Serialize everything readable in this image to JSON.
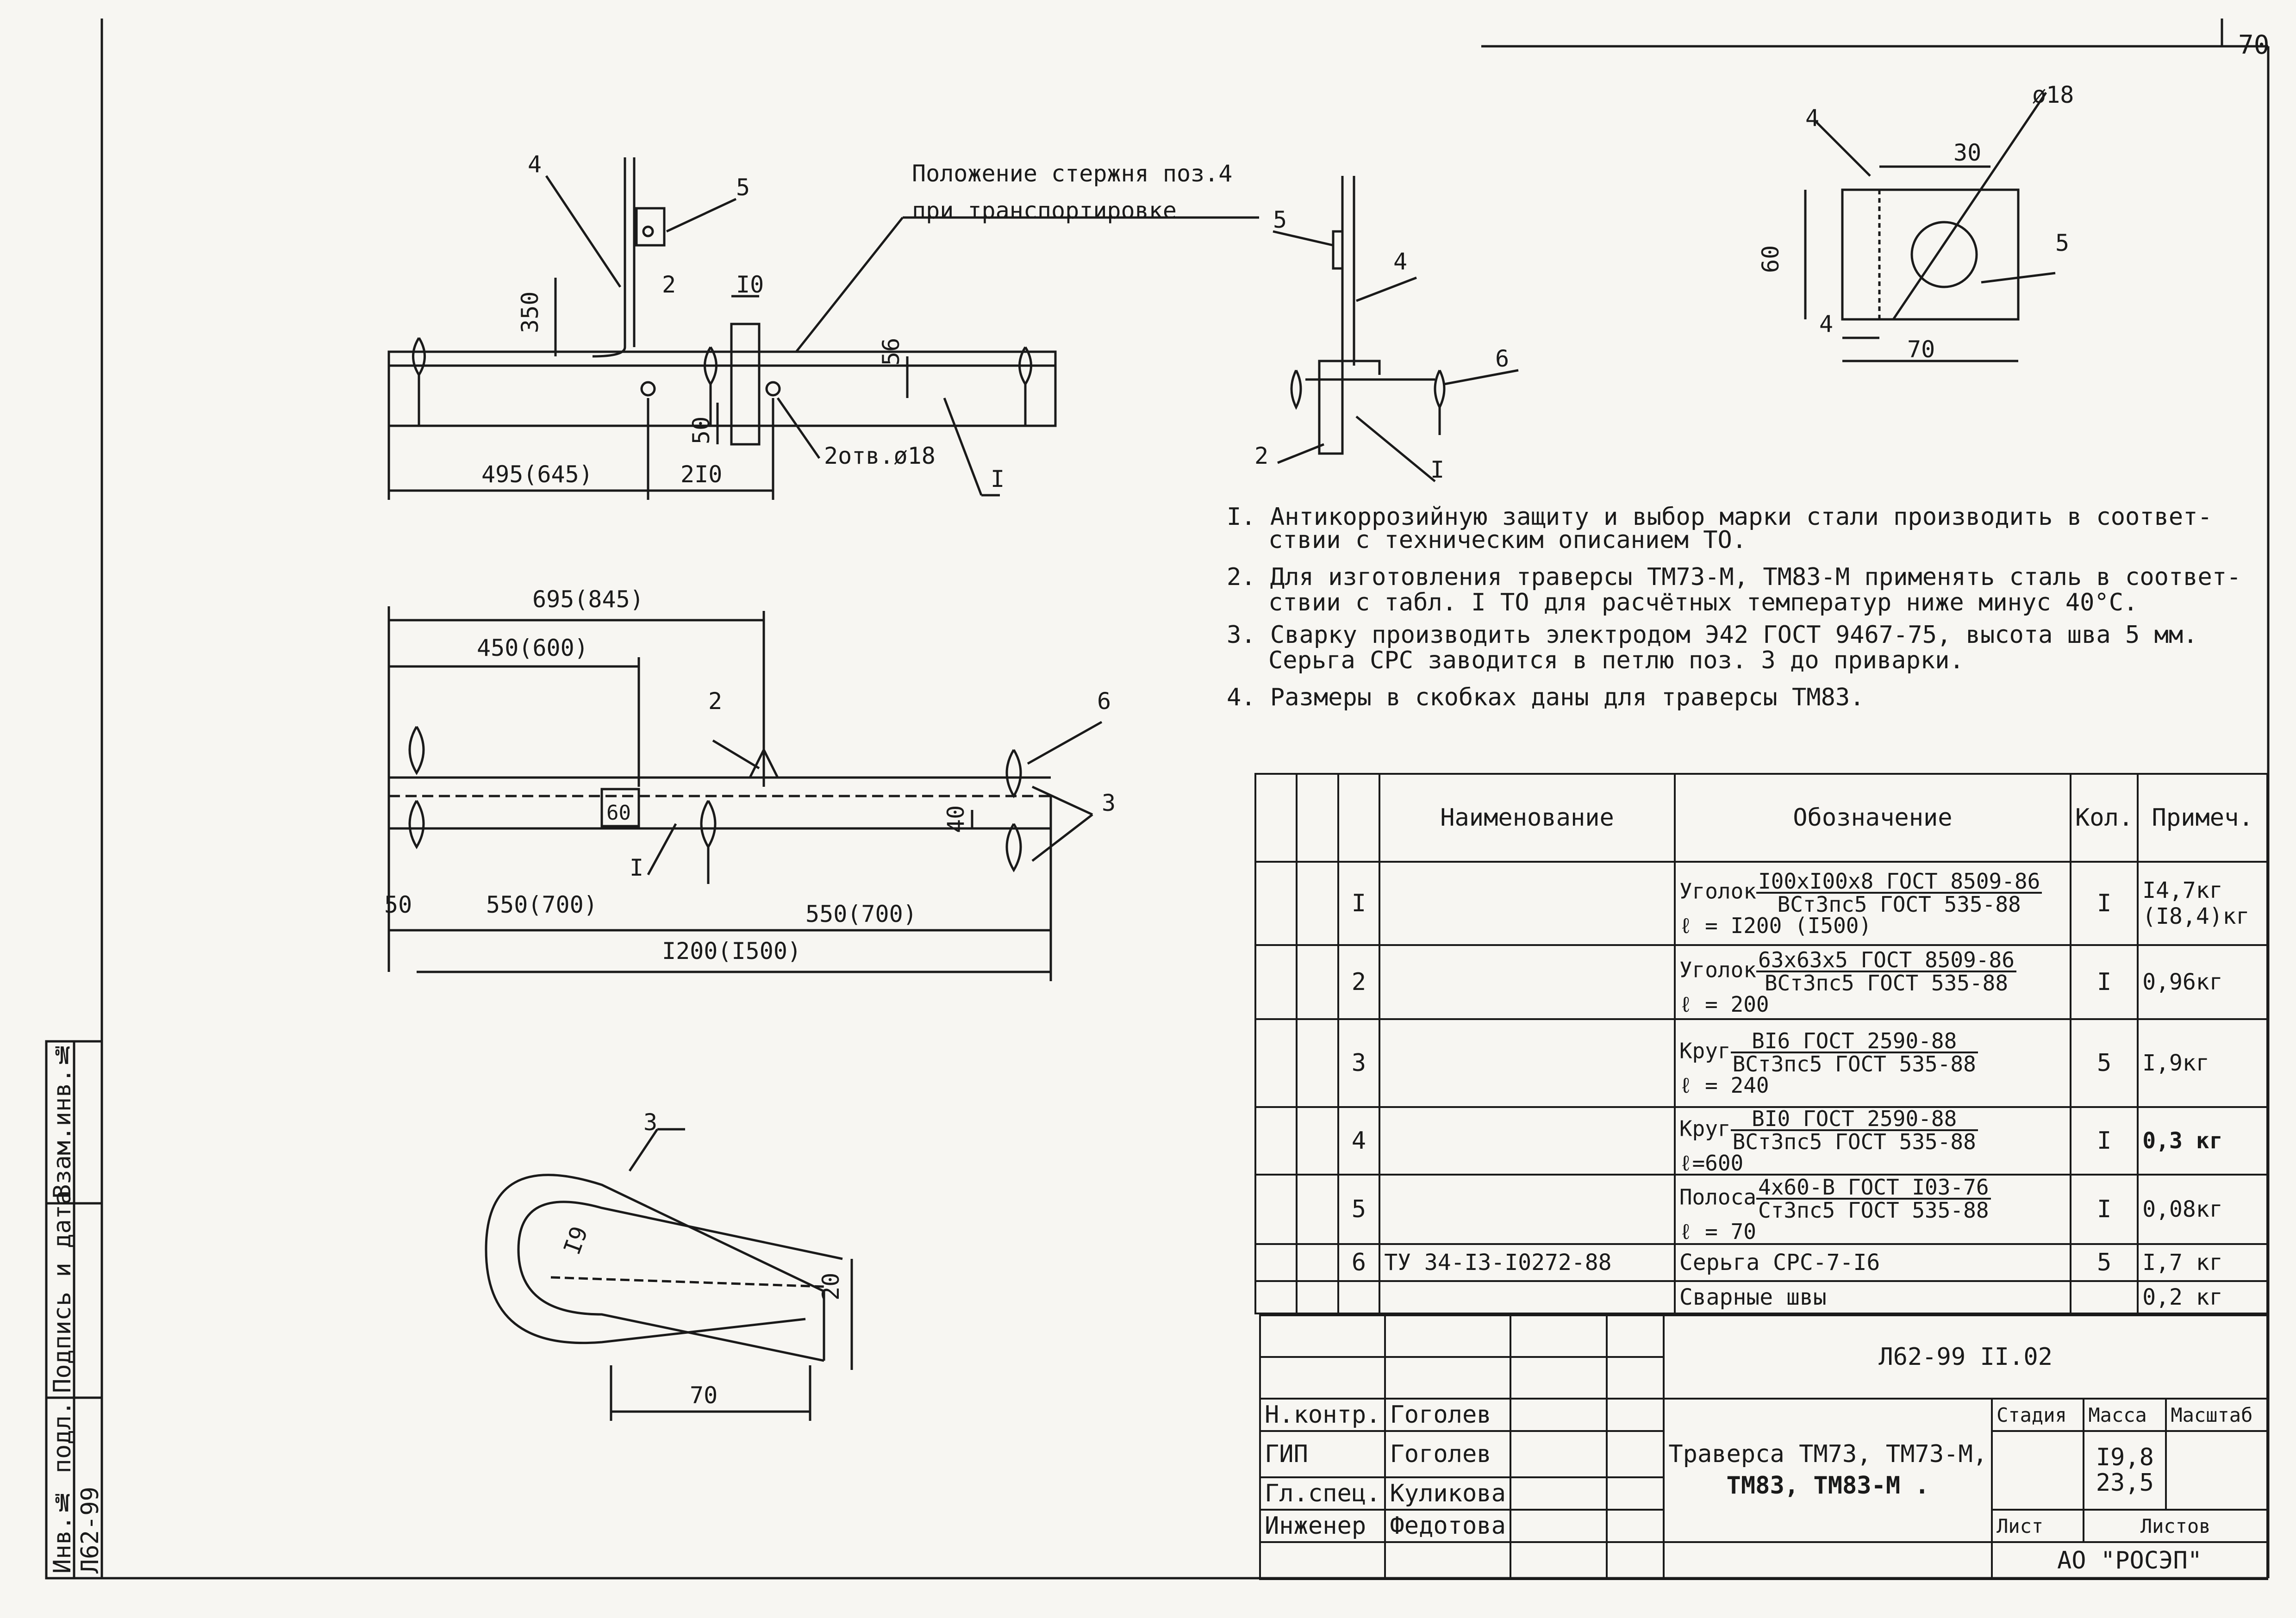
{
  "sheet": {
    "number": "70"
  },
  "view1": {
    "transport_note_1": "Положение стержня поз.4",
    "transport_note_2": "при транспортировке",
    "pos4": "4",
    "pos5": "5",
    "pos2": "2",
    "pos1": "I",
    "dim_350": "350",
    "dim_10": "I0",
    "dim_56": "56",
    "dim_50": "50",
    "holes": "2отв.ø18",
    "dim_495": "495(645)",
    "dim_210": "2I0"
  },
  "view2": {
    "pos5": "5",
    "pos4": "4",
    "pos6": "6",
    "pos2": "2",
    "pos1": "I"
  },
  "view3": {
    "pos4": "4",
    "dia": "ø18",
    "dim_30": "30",
    "dim_60": "60",
    "pos5": "5",
    "dim_4": "4",
    "dim_70": "70"
  },
  "view4": {
    "dim_695": "695(845)",
    "dim_450": "450(600)",
    "pos2": "2",
    "pos6": "6",
    "pos3": "3",
    "dim_60": "60",
    "dim_40": "40",
    "pos1": "I",
    "dim_50": "50",
    "dim_550a": "550(700)",
    "dim_550b": "550(700)",
    "dim_1200": "I200(I500)"
  },
  "view5": {
    "pos3": "3",
    "radius": "I9",
    "dim_20": "20",
    "dim_70": "70"
  },
  "notes": {
    "n1a": "I. Антикоррозийную защиту и выбор марки стали производить в соответ-",
    "n1b": "ствии с техническим описанием ТО.",
    "n2a": "2. Для изготовления траверсы ТМ73-М, ТМ83-М  применять сталь в соответ-",
    "n2b": "ствии с табл. I ТО для расчётных температур ниже минус 40°С.",
    "n3a": "3. Сварку производить электродом Э42 ГОСТ 9467-75, высота шва 5 мм.",
    "n3b": "Серьга СРС заводится в петлю поз. 3 до приварки.",
    "n4": "4. Размеры в скобках даны для траверсы ТМ83."
  },
  "spec": {
    "h_name": "Наименование",
    "h_designation": "Обозначение",
    "h_qty": "Кол.",
    "h_note": "Примеч.",
    "rows": [
      {
        "pos": "I",
        "name": "",
        "prefix": "Уголок",
        "top": "I00xI00x8 ГОСТ 8509-86",
        "bot": "ВСт3пс5 ГОСТ 535-88",
        "len": "ℓ = I200 (I500)",
        "qty": "I",
        "note": "I4,7кг (I8,4)кг"
      },
      {
        "pos": "2",
        "name": "",
        "prefix": "Уголок",
        "top": "63x63x5 ГОСТ 8509-86",
        "bot": "ВСт3пс5 ГОСТ 535-88",
        "len": "ℓ = 200",
        "qty": "I",
        "note": "0,96кг"
      },
      {
        "pos": "3",
        "name": "",
        "prefix": "Круг",
        "top": "BI6 ГОСТ 2590-88",
        "bot": "ВСт3пс5 ГОСТ 535-88",
        "len": "ℓ = 240",
        "qty": "5",
        "note": "I,9кг"
      },
      {
        "pos": "4",
        "name": "",
        "prefix": "Круг",
        "top": "BI0 ГОСТ 2590-88",
        "bot": "ВСт3пс5 ГОСТ 535-88",
        "len": "ℓ=600",
        "qty": "I",
        "note": "0,3 кг"
      },
      {
        "pos": "5",
        "name": "",
        "prefix": "Полоса",
        "top": "4x60-В ГОСТ I03-76",
        "bot": "Ст3пс5 ГОСТ 535-88",
        "len": "ℓ = 70",
        "qty": "I",
        "note": "0,08кг"
      },
      {
        "pos": "6",
        "name": "ТУ 34-I3-I0272-88",
        "prefix": "",
        "top": "",
        "bot": "",
        "len": "",
        "plain": "Серьга СРС-7-I6",
        "qty": "5",
        "note": "I,7 кг"
      }
    ],
    "weld_label": "Сварные швы",
    "weld_note": "0,2 кг"
  },
  "titleblock": {
    "doc_code": "Л62-99 II.02",
    "roles": [
      {
        "role": "Н.контр.",
        "name": "Гоголев"
      },
      {
        "role": "ГИП",
        "name": "Гоголев"
      },
      {
        "role": "Гл.спец.",
        "name": "Куликова"
      },
      {
        "role": "Инженер",
        "name": "Федотова"
      }
    ],
    "title_1": "Траверса ТМ73, ТМ73-М,",
    "title_2": "ТМ83, ТМ83-М .",
    "h_stage": "Стадия",
    "h_mass": "Масса",
    "h_scale": "Масштаб",
    "mass_1": "I9,8",
    "mass_2": "23,5",
    "h_sheet": "Лист",
    "h_sheets": "Листов",
    "org": "АО \"РОСЭП\""
  },
  "sidebar": {
    "inv_sub": "Инв.№ подл.",
    "sign_date": "Подпись и дата",
    "inv_rep": "Взам.инв.№",
    "inv_value": "Л62-99"
  }
}
